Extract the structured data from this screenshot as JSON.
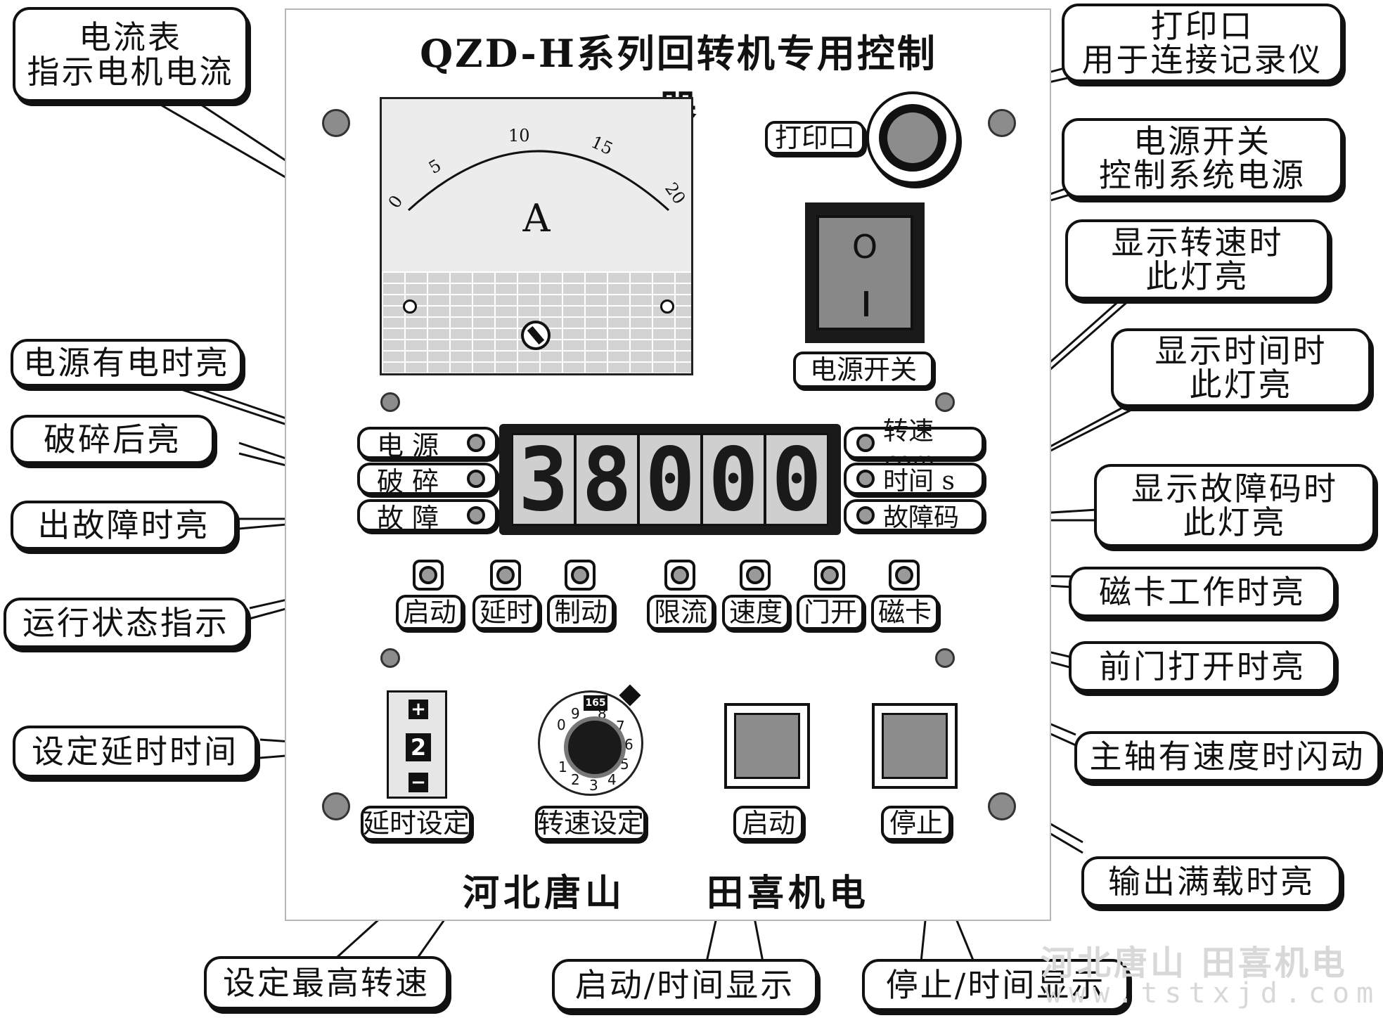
{
  "panel": {
    "title": "QZD-H系列回转机专用控制器",
    "maker_left": "河北唐山",
    "maker_right": "田喜机电"
  },
  "ammeter": {
    "unit": "A",
    "scale": [
      "0",
      "5",
      "10",
      "15",
      "20"
    ]
  },
  "display": {
    "digits": [
      "3",
      "8",
      "0",
      "0",
      "0"
    ]
  },
  "left_indicators": [
    "电 源",
    "破 碎",
    "故 障"
  ],
  "right_indicators": [
    "转速rpm",
    "时间 s",
    "故障码"
  ],
  "status_leds": [
    "启动",
    "延时",
    "制动",
    "限流",
    "速度",
    "门开",
    "磁卡"
  ],
  "labels": {
    "print_port": "打印口",
    "power_switch": "电源开关",
    "switch_on": "O",
    "delay_setting": "延时设定",
    "speed_setting": "转速设定",
    "start": "启动",
    "stop": "停止"
  },
  "thumbwheel": {
    "plus": "+",
    "value": "2",
    "minus": "−"
  },
  "dial": {
    "tab": "165",
    "numbers": [
      "0",
      "9",
      "8",
      "7",
      "6",
      "5",
      "4",
      "3",
      "2",
      "1"
    ]
  },
  "callouts": {
    "ammeter_1": "电流表",
    "ammeter_2": "指示电机电流",
    "power_on": "电源有电时亮",
    "crushed": "破碎后亮",
    "fault": "出故障时亮",
    "run_status": "运行状态指示",
    "delay_time": "设定延时时间",
    "max_speed": "设定最高转速",
    "start_time": "启动/时间显示",
    "stop_time": "停止/时间显示",
    "print_1": "打印口",
    "print_2": "用于连接记录仪",
    "switch_1": "电源开关",
    "switch_2": "控制系统电源",
    "speed_lamp_1": "显示转速时",
    "speed_lamp_2": "此灯亮",
    "time_lamp_1": "显示时间时",
    "time_lamp_2": "此灯亮",
    "fault_lamp_1": "显示故障码时",
    "fault_lamp_2": "此灯亮",
    "card": "磁卡工作时亮",
    "door": "前门打开时亮",
    "spindle": "主轴有速度时闪动",
    "full_load": "输出满载时亮"
  },
  "watermark": {
    "text": "河北唐山 田喜机电",
    "url": "www.tstxjd.com"
  }
}
